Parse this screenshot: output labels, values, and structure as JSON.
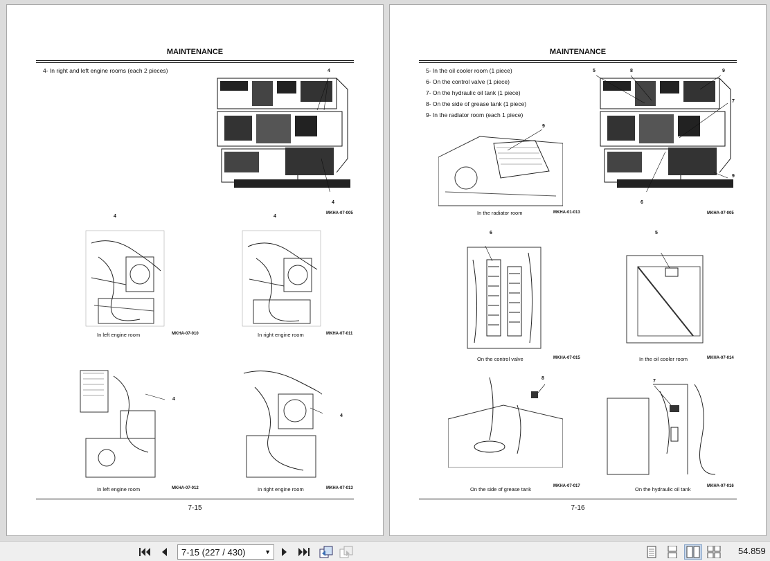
{
  "left_page": {
    "header": "MAINTENANCE",
    "item4": "4-  In right and left engine rooms (each 2 pieces)",
    "page_number": "7-15",
    "figures": [
      {
        "caption": "",
        "code": "MKHA-07-005",
        "callouts": [
          "4",
          "4"
        ]
      },
      {
        "caption": "In left engine room",
        "code": "MKHA-07-010",
        "callout": "4"
      },
      {
        "caption": "In right engine room",
        "code": "MKHA-07-011",
        "callout": "4"
      },
      {
        "caption": "In left engine room",
        "code": "MKHA-07-012",
        "callout": "4"
      },
      {
        "caption": "In right engine room",
        "code": "MKHA-07-013",
        "callout": "4"
      }
    ]
  },
  "right_page": {
    "header": "MAINTENANCE",
    "items": [
      "5-  In the oil cooler room (1 piece)",
      "6-  On the control valve (1 piece)",
      "7-  On the hydraulic oil tank (1 piece)",
      "8-  On the side of grease tank (1 piece)",
      "9-  In the radiator room (each 1 piece)"
    ],
    "page_number": "7-16",
    "figures": [
      {
        "caption": "In the radiator room",
        "code": "MKHA-01-013",
        "callout": "9"
      },
      {
        "caption": "",
        "code": "MKHA-07-005",
        "callouts": [
          "5",
          "8",
          "9",
          "7",
          "9",
          "6"
        ]
      },
      {
        "caption": "On the control valve",
        "code": "MKHA-07-015",
        "callout": "6"
      },
      {
        "caption": "In the oil cooler room",
        "code": "MKHA-07-014",
        "callout": "5"
      },
      {
        "caption": "On the side of grease tank",
        "code": "MKHA-07-017",
        "callout": "8"
      },
      {
        "caption": "On the hydraulic oil tank",
        "code": "MKHA-07-016",
        "callout": "7"
      }
    ]
  },
  "toolbar": {
    "first_icon": "skip-first-icon",
    "prev_icon": "prev-icon",
    "page_field": "7-15 (227 / 430)",
    "next_icon": "next-icon",
    "last_icon": "skip-last-icon",
    "zoom": "54.859"
  }
}
